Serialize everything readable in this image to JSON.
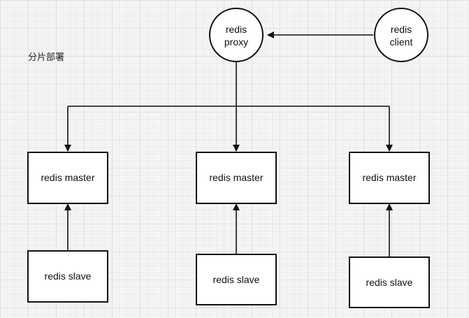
{
  "caption": "分片部署",
  "proxy": {
    "line1": "redis",
    "line2": "proxy"
  },
  "client": {
    "line1": "redis",
    "line2": "client"
  },
  "masters": [
    {
      "label": "redis master"
    },
    {
      "label": "redis master"
    },
    {
      "label": "redis master"
    }
  ],
  "slaves": [
    {
      "label": "redis slave"
    },
    {
      "label": "redis slave"
    },
    {
      "label": "redis slave"
    }
  ]
}
